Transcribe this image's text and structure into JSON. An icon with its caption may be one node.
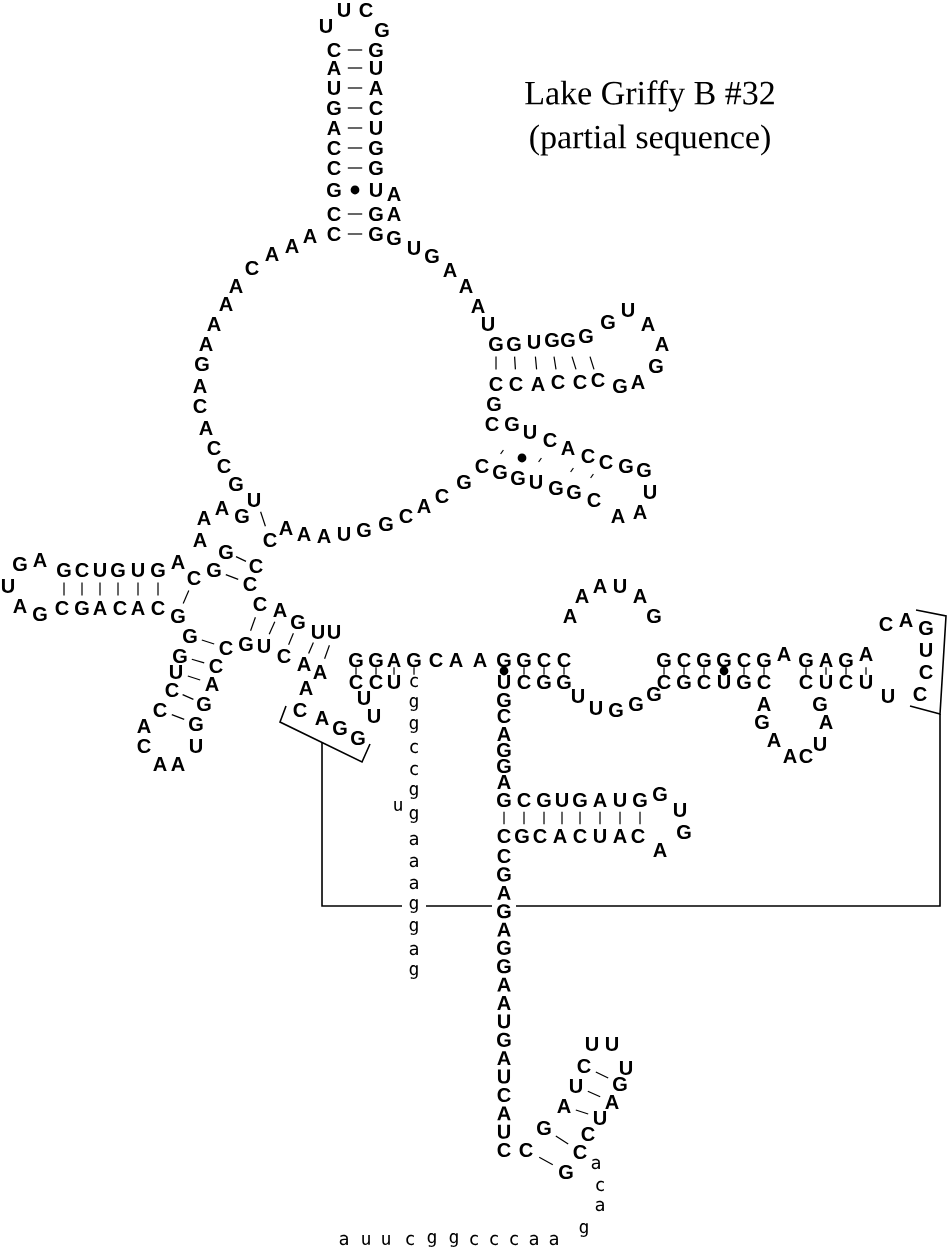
{
  "diagram": {
    "title": "Lake Griffy B #32",
    "labels": [
      "(partial sequence)",
      "U",
      "U",
      "C",
      "G",
      "C",
      "A",
      "U",
      "G",
      "A",
      "C",
      "C",
      "G",
      "C",
      "C",
      "G",
      "U",
      "A",
      "C",
      "U",
      "G",
      "G",
      "U",
      "G",
      "G",
      "A",
      "A",
      "A",
      "A",
      "A",
      "C",
      "A",
      "A",
      "A",
      "A",
      "G",
      "A",
      "C",
      "A",
      "C",
      "C",
      "G",
      "U",
      "G",
      "U",
      "G",
      "A",
      "A",
      "A",
      "U",
      "G",
      "G",
      "U",
      "G",
      "G",
      "G",
      "G",
      "U",
      "A",
      "A",
      "G",
      "C",
      "C",
      "A",
      "C",
      "C",
      "C",
      "G",
      "A",
      "G",
      "C",
      "G",
      "U",
      "C",
      "A",
      "C",
      "C",
      "G",
      "G",
      "U",
      "G",
      "C",
      "G",
      "G",
      "U",
      "G",
      "G",
      "C",
      "A",
      "A",
      "A",
      "A",
      "A",
      "U",
      "G",
      "G",
      "C",
      "A",
      "C",
      "C",
      "A",
      "A",
      "G",
      "G",
      "A",
      "G",
      "C",
      "U",
      "G",
      "U",
      "G",
      "A",
      "A",
      "G",
      "C",
      "U",
      "A",
      "G",
      "C",
      "G",
      "A",
      "C",
      "A",
      "C",
      "G",
      "C",
      "G",
      "C",
      "G",
      "G",
      "U",
      "C",
      "C",
      "A",
      "C",
      "A",
      "A",
      "U",
      "G",
      "G",
      "A",
      "C",
      "C",
      "C",
      "A",
      "G",
      "U",
      "U",
      "G",
      "U",
      "C",
      "A",
      "A",
      "A",
      "C",
      "A",
      "G",
      "G",
      "U",
      "U",
      "G",
      "G",
      "A",
      "G",
      "C",
      "A",
      "A",
      "G",
      "G",
      "C",
      "C",
      "C",
      "C",
      "U",
      "c",
      "g",
      "g",
      "c",
      "c",
      "g",
      "u",
      "g",
      "a",
      "a",
      "a",
      "g",
      "g",
      "a",
      "g",
      "A",
      "A",
      "A",
      "U",
      "A",
      "G",
      "G",
      "C",
      "G",
      "G",
      "C",
      "G",
      "A",
      "G",
      "A",
      "G",
      "A",
      "C",
      "A",
      "G",
      "U",
      "C",
      "U",
      "C",
      "G",
      "G",
      "C",
      "G",
      "C",
      "U",
      "G",
      "C",
      "C",
      "U",
      "C",
      "U",
      "U",
      "C",
      "A",
      "G",
      "A",
      "A",
      "C",
      "U",
      "A",
      "G",
      "U",
      "U",
      "G",
      "G",
      "G",
      "G",
      "C",
      "A",
      "G",
      "G",
      "A",
      "G",
      "C",
      "G",
      "U",
      "G",
      "A",
      "U",
      "G",
      "G",
      "U",
      "G",
      "A",
      "C",
      "G",
      "C",
      "A",
      "C",
      "U",
      "A",
      "C",
      "C",
      "G",
      "A",
      "G",
      "A",
      "G",
      "G",
      "A",
      "A",
      "U",
      "G",
      "A",
      "U",
      "C",
      "A",
      "U",
      "C",
      "C",
      "G",
      "A",
      "U",
      "C",
      "U",
      "U",
      "U",
      "G",
      "A",
      "U",
      "C",
      "C",
      "G",
      "a",
      "c",
      "a",
      "a",
      "u",
      "u",
      "c",
      "g",
      "g",
      "c",
      "c",
      "c",
      "a",
      "a",
      "g"
    ]
  }
}
